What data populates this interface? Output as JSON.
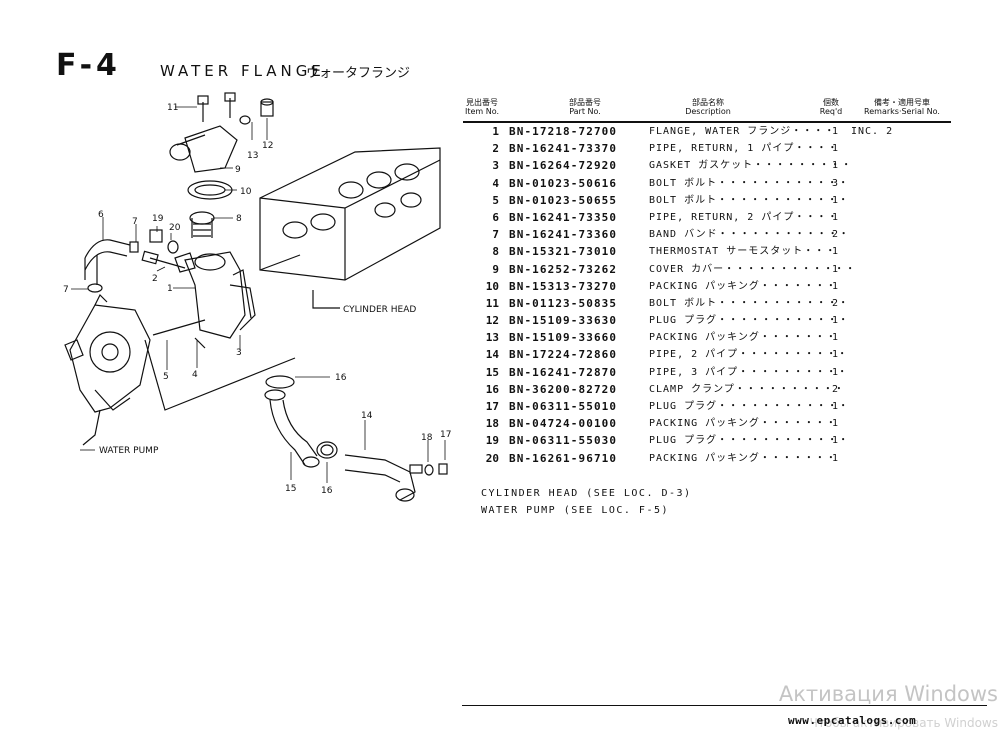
{
  "header": {
    "code": "F-4",
    "title": "WATER FLANGE",
    "title_jp": "ウォータフランジ"
  },
  "diagram": {
    "callouts": [
      "11",
      "12",
      "13",
      "9",
      "10",
      "8",
      "6",
      "7",
      "19",
      "20",
      "2",
      "1",
      "7",
      "3",
      "5",
      "4",
      "16",
      "14",
      "18",
      "17",
      "15",
      "16"
    ],
    "labels": {
      "cylinder_head": "CYLINDER HEAD",
      "water_pump": "WATER PUMP"
    }
  },
  "table": {
    "headers": {
      "item_jp": "見出番号",
      "item": "Item No.",
      "part_jp": "部品番号",
      "part": "Part No.",
      "desc_jp": "部品名称",
      "desc": "Description",
      "req_jp": "個数",
      "req": "Req'd",
      "remarks_jp": "備考・適用号車",
      "remarks": "Remarks·Serial No."
    },
    "rows": [
      {
        "no": "1",
        "part": "BN-17218-72700",
        "desc": "FLANGE, WATER フランジ・・・・",
        "qty": "1",
        "remarks": "INC. 2"
      },
      {
        "no": "2",
        "part": "BN-16241-73370",
        "desc": "PIPE, RETURN, 1 パイプ・・・・",
        "qty": "1",
        "remarks": ""
      },
      {
        "no": "3",
        "part": "BN-16264-72920",
        "desc": "GASKET ガスケット・・・・・・・・・",
        "qty": "1",
        "remarks": ""
      },
      {
        "no": "4",
        "part": "BN-01023-50616",
        "desc": "BOLT ボルト・・・・・・・・・・・・",
        "qty": "3",
        "remarks": ""
      },
      {
        "no": "5",
        "part": "BN-01023-50655",
        "desc": "BOLT ボルト・・・・・・・・・・・・",
        "qty": "1",
        "remarks": ""
      },
      {
        "no": "6",
        "part": "BN-16241-73350",
        "desc": "PIPE, RETURN, 2 パイプ・・・・",
        "qty": "1",
        "remarks": ""
      },
      {
        "no": "7",
        "part": "BN-16241-73360",
        "desc": "BAND バンド・・・・・・・・・・・・",
        "qty": "2",
        "remarks": ""
      },
      {
        "no": "8",
        "part": "BN-15321-73010",
        "desc": "THERMOSTAT サーモスタット・・・",
        "qty": "1",
        "remarks": ""
      },
      {
        "no": "9",
        "part": "BN-16252-73262",
        "desc": "COVER カバー・・・・・・・・・・・・",
        "qty": "1",
        "remarks": ""
      },
      {
        "no": "10",
        "part": "BN-15313-73270",
        "desc": "PACKING パッキング・・・・・・・",
        "qty": "1",
        "remarks": ""
      },
      {
        "no": "11",
        "part": "BN-01123-50835",
        "desc": "BOLT ボルト・・・・・・・・・・・・",
        "qty": "2",
        "remarks": ""
      },
      {
        "no": "12",
        "part": "BN-15109-33630",
        "desc": "PLUG プラグ・・・・・・・・・・・・",
        "qty": "1",
        "remarks": ""
      },
      {
        "no": "13",
        "part": "BN-15109-33660",
        "desc": "PACKING パッキング・・・・・・・",
        "qty": "1",
        "remarks": ""
      },
      {
        "no": "14",
        "part": "BN-17224-72860",
        "desc": "PIPE, 2 パイプ・・・・・・・・・・",
        "qty": "1",
        "remarks": ""
      },
      {
        "no": "15",
        "part": "BN-16241-72870",
        "desc": "PIPE, 3 パイプ・・・・・・・・・・",
        "qty": "1",
        "remarks": ""
      },
      {
        "no": "16",
        "part": "BN-36200-82720",
        "desc": "CLAMP クランプ・・・・・・・・・・",
        "qty": "2",
        "remarks": ""
      },
      {
        "no": "17",
        "part": "BN-06311-55010",
        "desc": "PLUG プラグ・・・・・・・・・・・・",
        "qty": "1",
        "remarks": ""
      },
      {
        "no": "18",
        "part": "BN-04724-00100",
        "desc": "PACKING パッキング・・・・・・・",
        "qty": "1",
        "remarks": ""
      },
      {
        "no": "19",
        "part": "BN-06311-55030",
        "desc": "PLUG プラグ・・・・・・・・・・・・",
        "qty": "1",
        "remarks": ""
      },
      {
        "no": "20",
        "part": "BN-16261-96710",
        "desc": "PACKING パッキング・・・・・・・",
        "qty": "1",
        "remarks": ""
      }
    ]
  },
  "notes": [
    "CYLINDER HEAD (SEE LOC. D-3)",
    "WATER PUMP (SEE LOC. F-5)"
  ],
  "footer": {
    "site": "www.epcatalogs.com",
    "watermark": "Активация Windows",
    "watermark_sub": "Чтобы активировать Windows"
  }
}
